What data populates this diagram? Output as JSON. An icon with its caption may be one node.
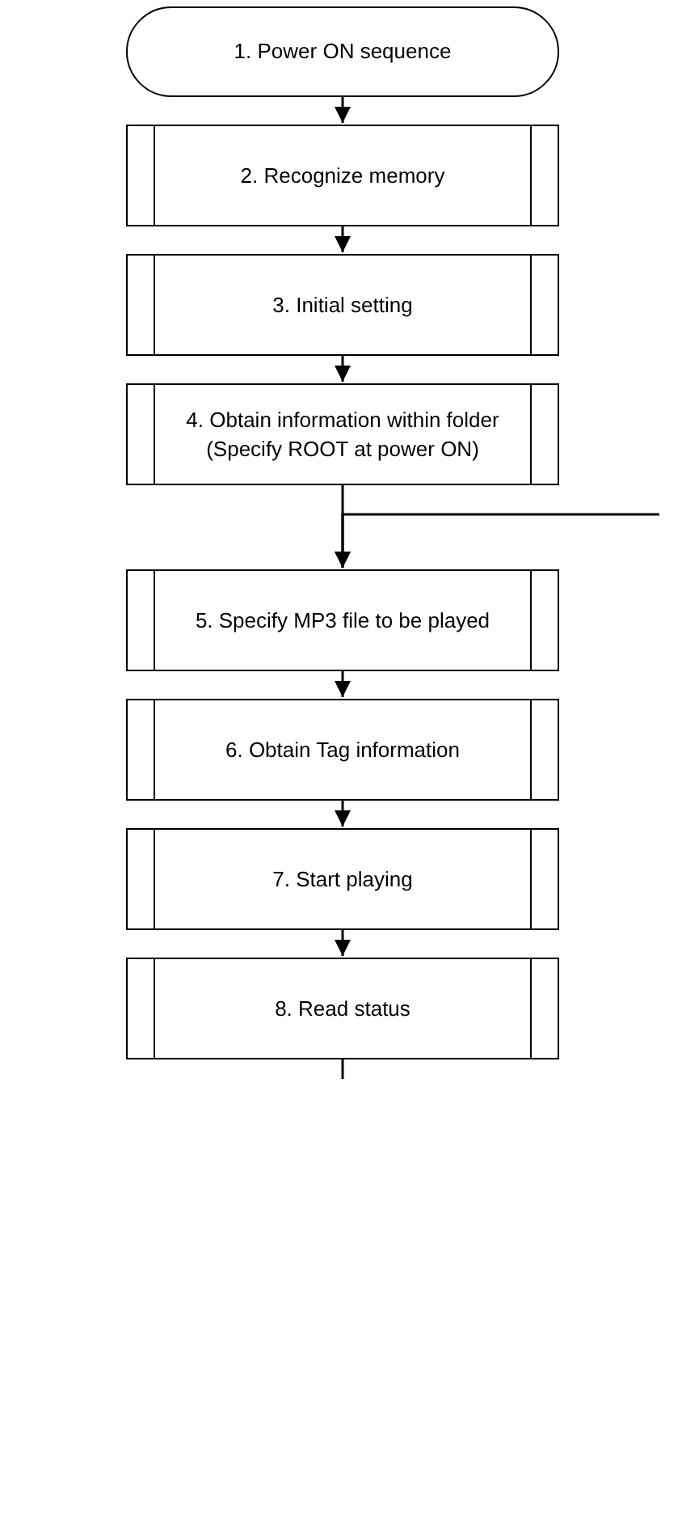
{
  "diagram": {
    "nodes": [
      {
        "text": [
          "1. Power ON sequence"
        ]
      },
      {
        "text": [
          "2. Recognize memory"
        ]
      },
      {
        "text": [
          "3. Initial setting"
        ]
      },
      {
        "text": [
          "4. Obtain information within folder (Specify ROOT at power ON)"
        ]
      },
      {
        "text": [
          "5. Specify MP3 file to be played"
        ]
      },
      {
        "text": [
          "6. Obtain Tag information"
        ]
      },
      {
        "text": [
          "7. Start playing"
        ]
      },
      {
        "text": [
          "8. Read status"
        ]
      }
    ],
    "edges": [
      {
        "from": 0,
        "to": 1,
        "arrow": "to"
      },
      {
        "from": 1,
        "to": 2,
        "arrow": "to"
      },
      {
        "from": 2,
        "to": 3,
        "arrow": "to"
      },
      {
        "from": 3,
        "to": 4,
        "arrow": "to"
      },
      {
        "from": 4,
        "to": 5,
        "arrow": "to"
      },
      {
        "from": 5,
        "to": 6,
        "arrow": "to"
      },
      {
        "from": 6,
        "to": 7,
        "arrow": "to"
      },
      {
        "from": null,
        "to": 4,
        "arrow": "to"
      },
      {
        "from": 7,
        "to": null,
        "arrow": "none"
      }
    ]
  }
}
